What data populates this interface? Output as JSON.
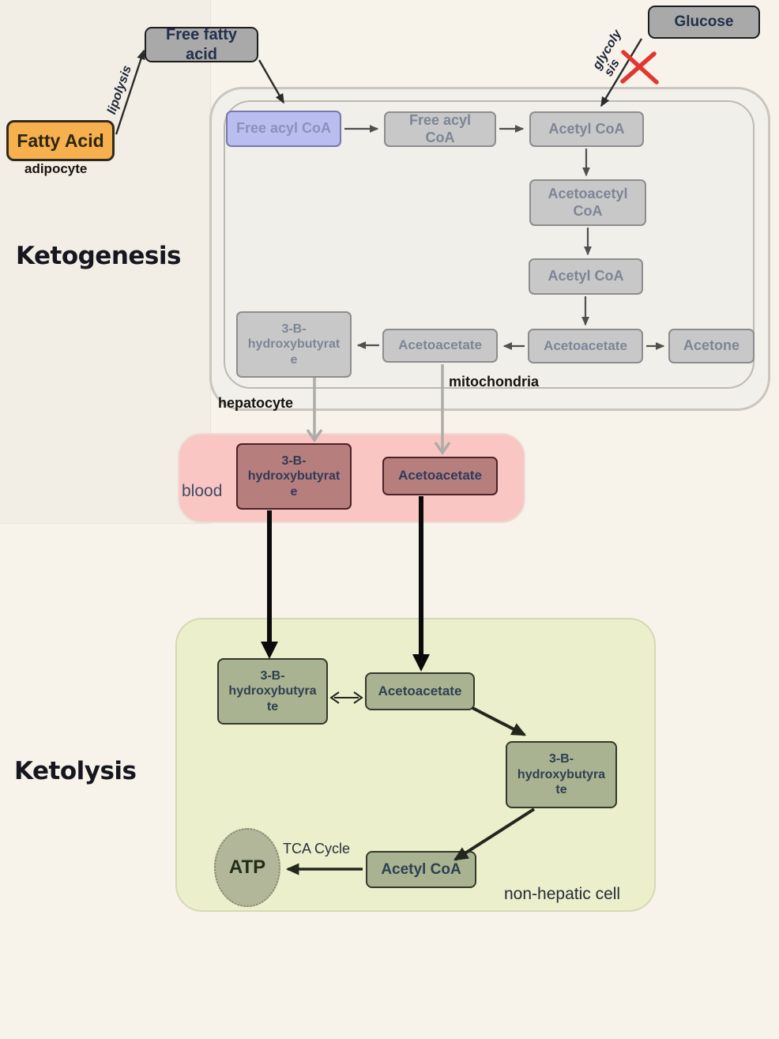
{
  "colors": {
    "background": "#f7f3ea",
    "box_gray_fill": "#c8c8c8",
    "box_dark_gray_fill": "#a9a9a9",
    "box_purple_fill": "#babdf0",
    "box_orange_fill": "#f6b14e",
    "blood_band_fill": "#fac6c3",
    "blood_box_fill": "#b67f7d",
    "ketolysis_band_fill": "#ebefcb",
    "ketolysis_box_fill": "#aab391",
    "atp_circle_fill": "#b2b79a",
    "red_x": "#e23730"
  },
  "ketogenesis": {
    "title": "Ketogenesis",
    "fatty_acid": "Fatty Acid",
    "adipocyte_label": "adipocyte",
    "lipolysis_label": "lipolysis",
    "free_fatty_acid": "Free fatty acid",
    "glucose": "Glucose",
    "glycolysis_label": "glycolysis",
    "hepatocyte_label": "hepatocyte",
    "mitochondria_label": "mitochondria",
    "free_acyl_coa_outer": "Free acyl CoA",
    "free_acyl_coa_inner": "Free acyl CoA",
    "acetyl_coa_top": "Acetyl CoA",
    "acetoacetyl_coa": "Acetoacetyl CoA",
    "acetyl_coa_mid": "Acetyl CoA",
    "acetoacetate_right": "Acetoacetate",
    "acetone": "Acetone",
    "acetoacetate_mid": "Acetoacetate",
    "bhb": "3-B-hydroxybutyrate"
  },
  "blood": {
    "label": "blood",
    "bhb": "3-B-hydroxybutyrate",
    "acetoacetate": "Acetoacetate"
  },
  "ketolysis": {
    "title": "Ketolysis",
    "cell_label": "non-hepatic cell",
    "bhb_top": "3-B-hydroxybutyrate",
    "acetoacetate": "Acetoacetate",
    "bhb_mid": "3-B-hydroxybutyrate",
    "acetyl_coa": "Acetyl CoA",
    "tca_label": "TCA Cycle",
    "atp": "ATP"
  }
}
